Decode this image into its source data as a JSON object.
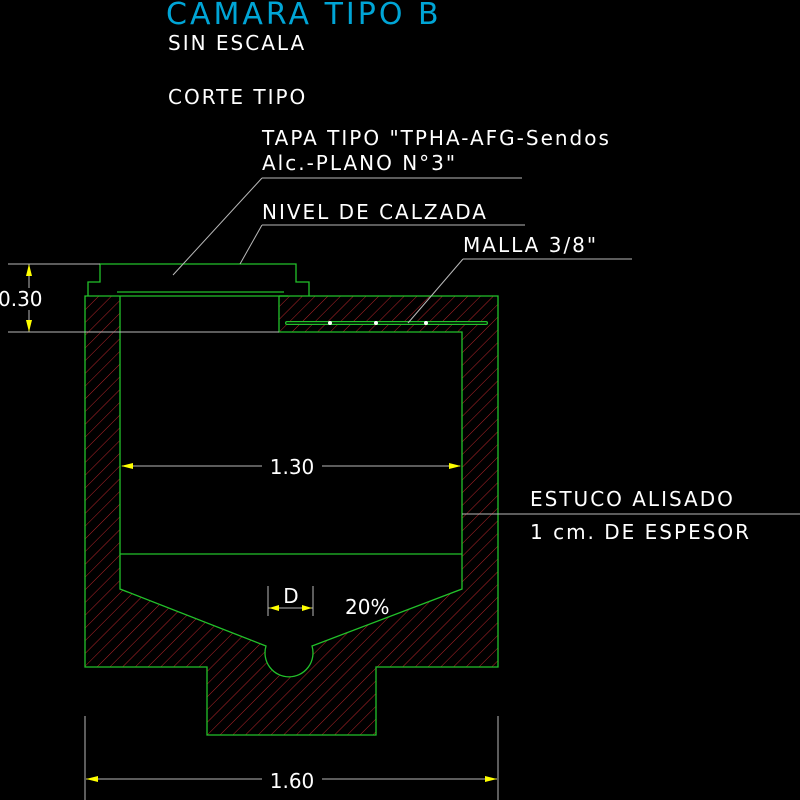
{
  "title": {
    "main": "CAMARA TIPO B",
    "scale": "SIN ESCALA",
    "section": "CORTE TIPO"
  },
  "callouts": {
    "tapa_line1": "TAPA TIPO \"TPHA-AFG-Sendos",
    "tapa_line2": "Alc.-PLANO N°3\"",
    "nivel": "NIVEL DE CALZADA",
    "malla": "MALLA 3/8\"",
    "estuco_line1": "ESTUCO ALISADO",
    "estuco_line2": "1 cm. DE ESPESOR"
  },
  "dimensions": {
    "slab_thickness": "0.30",
    "inner_width": "1.30",
    "outer_width": "1.60",
    "pipe": "D",
    "slope": "20%"
  },
  "colors": {
    "background": "#000000",
    "outline": "#22c12a",
    "hatch": "#c8282d",
    "text": "#ffffff",
    "title": "#00a5d6",
    "arrows": "#ffff00"
  }
}
